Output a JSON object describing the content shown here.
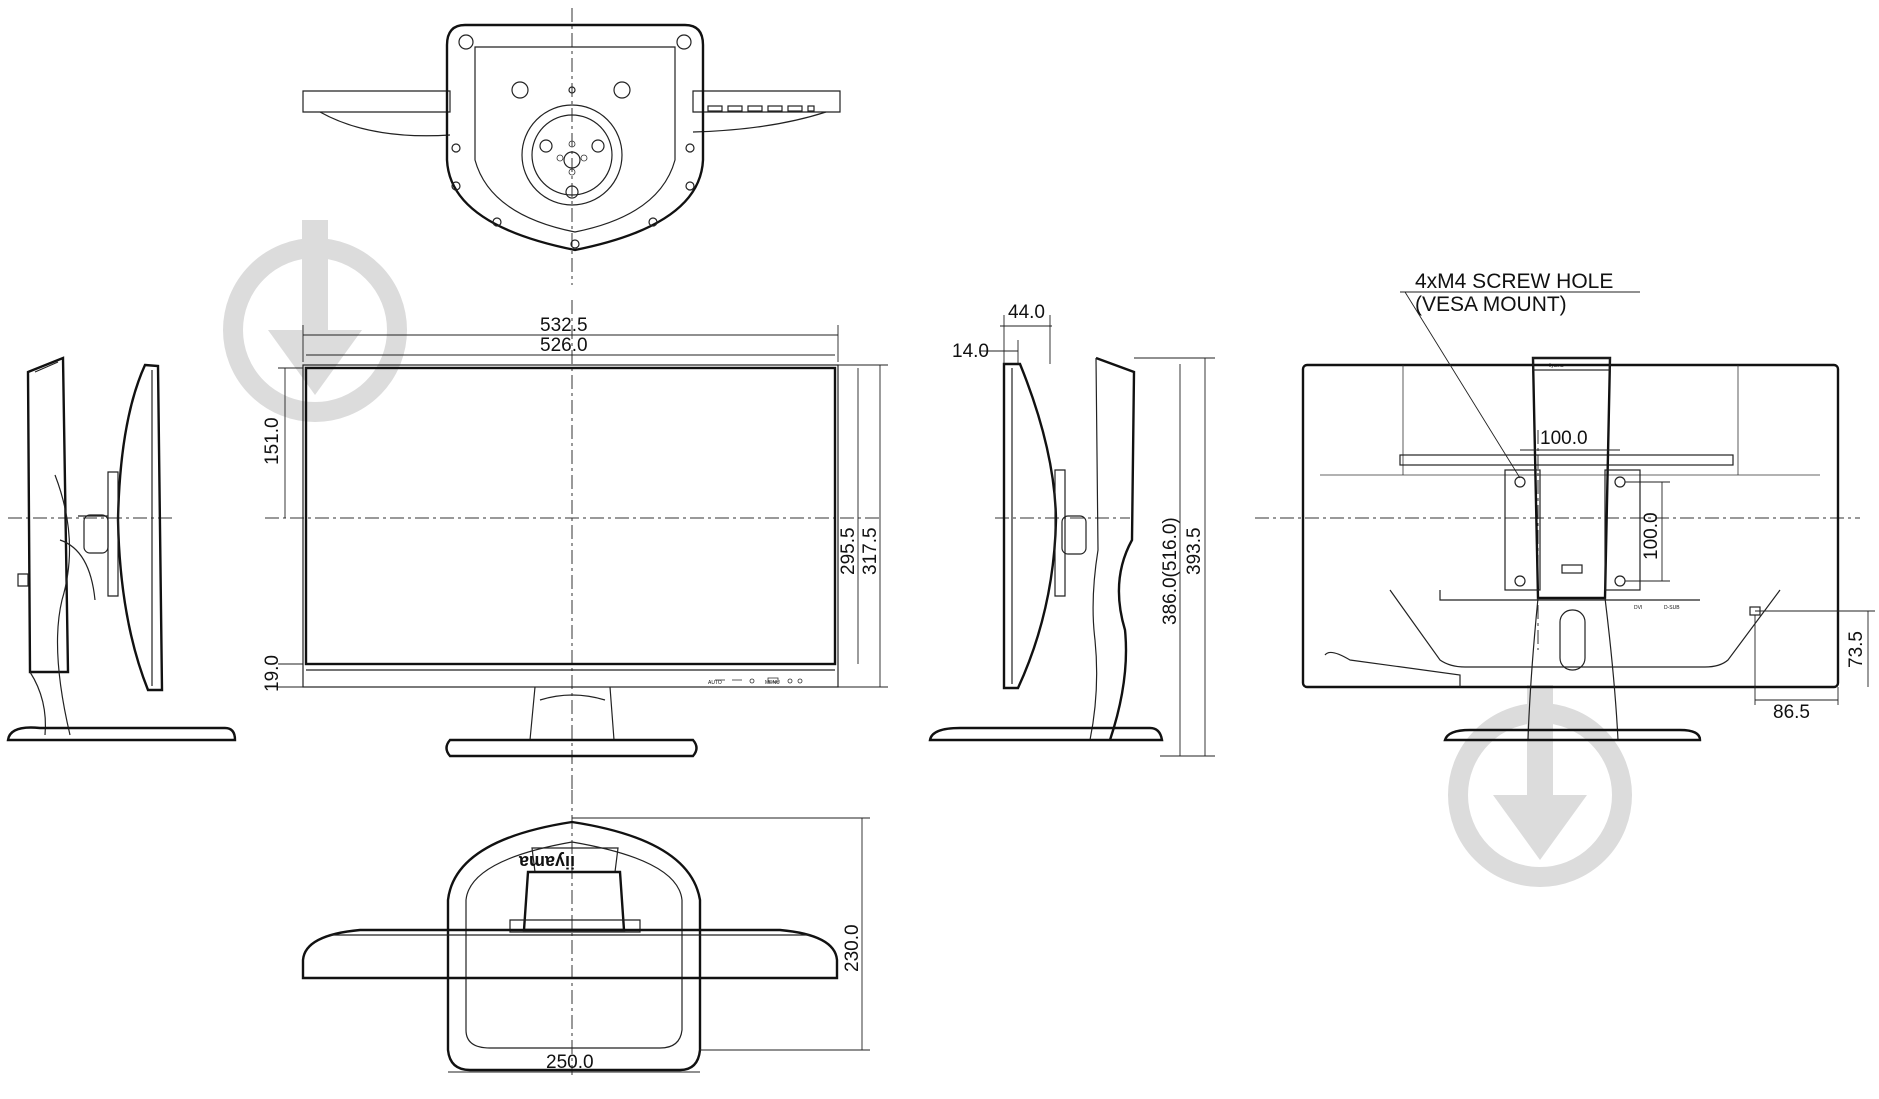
{
  "dimensions": {
    "overall_width": "532.5",
    "screen_width": "526.0",
    "screen_upper_height": "151.0",
    "bottom_bezel": "19.0",
    "screen_height": "295.5",
    "panel_height": "317.5",
    "depth_top": "44.0",
    "depth_offset": "14.0",
    "height_range": "386.0(516.0)",
    "overall_height": "393.5",
    "vesa_horizontal": "100.0",
    "vesa_vertical": "100.0",
    "side_offset_vertical": "73.5",
    "side_offset_horizontal": "86.5",
    "base_depth": "230.0",
    "base_width": "250.0"
  },
  "annotations": {
    "screw_hole_line1": "4xM4 SCREW HOLE",
    "screw_hole_line2": "(VESA MOUNT)"
  },
  "labels": {
    "brand_logo": "iiyama",
    "rear_badge": "iiyama",
    "port_1": "DVI",
    "port_2": "D-SUB",
    "front_button_1": "AUTO",
    "front_button_2": "MENU"
  },
  "colors": {
    "line": "#222222",
    "watermark": "#dcdcdc",
    "background": "#ffffff"
  }
}
